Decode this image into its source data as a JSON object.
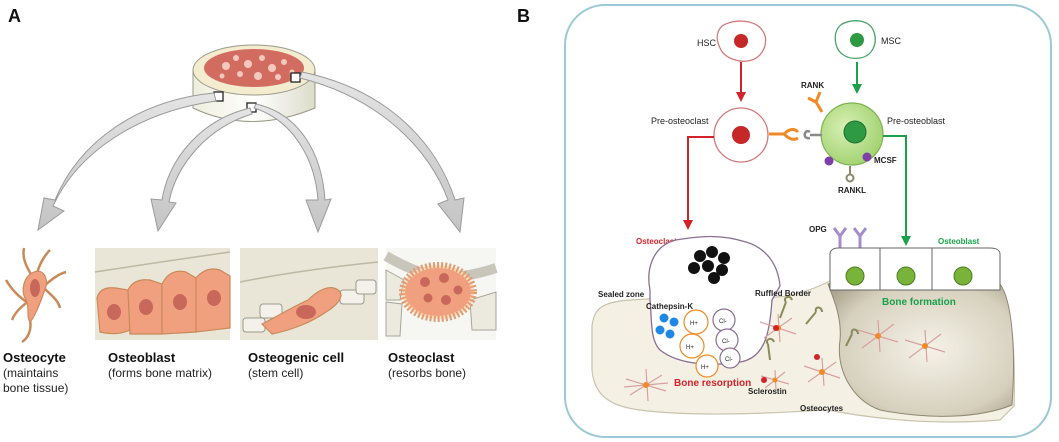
{
  "panel_a": {
    "letter": "A",
    "cells": [
      {
        "name": "Osteocyte",
        "desc_line1": "(maintains",
        "desc_line2": "bone tissue)"
      },
      {
        "name": "Osteoblast",
        "desc_line1": "(forms bone matrix)",
        "desc_line2": ""
      },
      {
        "name": "Osteogenic cell",
        "desc_line1": "(stem cell)",
        "desc_line2": ""
      },
      {
        "name": "Osteoclast",
        "desc_line1": "(resorbs bone)",
        "desc_line2": ""
      }
    ]
  },
  "panel_b": {
    "letter": "B",
    "labels": {
      "hsc": "HSC",
      "msc": "MSC",
      "pre_osteoclast": "Pre-osteoclast",
      "pre_osteoblast": "Pre-osteoblast",
      "rank": "RANK",
      "mcsf": "MCSF",
      "rankl": "RANKL",
      "opg": "OPG",
      "osteoclast": "Osteoclast",
      "osteoblast": "Osteoblast",
      "sealed_zone": "Sealed zone",
      "cathepsin_k": "Cathepsin-K",
      "ruffled_border": "Ruffled Border",
      "bone_formation": "Bone formation",
      "bone_resorption": "Bone resorption",
      "sclerostin": "Sclerostin",
      "osteocytes": "Osteocytes",
      "h_ion": "H+",
      "cl_ion": "Cl-"
    },
    "colors": {
      "resorption": "#d2232a",
      "formation": "#1aa14a",
      "frame": "#9cc9d6"
    }
  }
}
